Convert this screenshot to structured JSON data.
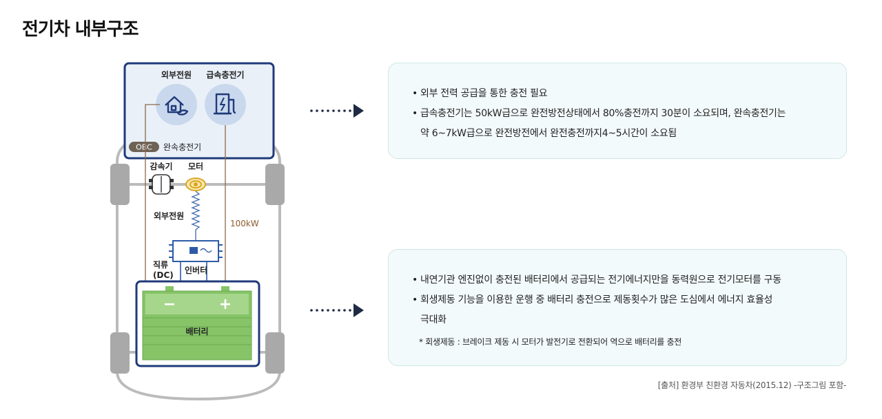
{
  "title": "전기차 내부구조",
  "diagram": {
    "external_power_top": "외부전원",
    "fast_charger": "급속충전기",
    "obc_badge": "OBC",
    "slow_charger": "완속충전기",
    "reducer": "감속기",
    "motor": "모터",
    "external_power_mid": "외부전원",
    "power_100kw": "100kW",
    "dc_line1": "직류",
    "dc_line2": "(DC)",
    "inverter": "인버터",
    "minus": "−",
    "plus": "+",
    "battery": "배터리",
    "colors": {
      "navy": "#1f3a7a",
      "car_gray": "#b8b8b8",
      "battery_green": "#86c467",
      "badge_brown": "#6e6256",
      "line_brown": "#8a6a4a"
    }
  },
  "info_top": {
    "items": [
      "외부 전력 공급을 통한 충전 필요",
      "급속충전기는 50kW급으로 완전방전상태에서 80%충전까지 30분이 소요되며, 완속충전기는",
      "약 6~7kW급으로 완전방전에서 완전충전까지4~5시간이 소요됨"
    ]
  },
  "info_bottom": {
    "items": [
      "내연기관 엔진없이 충전된 배터리에서 공급되는 전기에너지만을 동력원으로 전기모터를 구동",
      "회생제동 기능을 이용한 운행 중 배터리 충전으로 제동횟수가 많은 도심에서 에너지 효율성",
      "극대화"
    ],
    "note": "* 회생제동 : 브레이크 제동 시 모터가 발전기로 전환되어 역으로 배터리를 충전"
  },
  "source": "[출처] 환경부 친환경 자동차(2015.12) -구조그림 포함-"
}
